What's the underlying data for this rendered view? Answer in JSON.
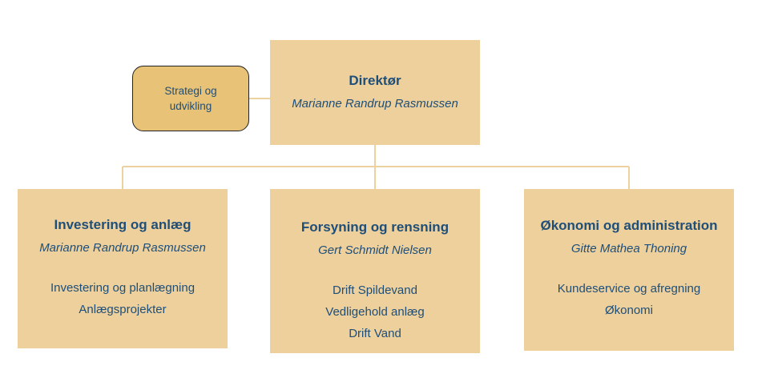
{
  "director": {
    "title": "Direktør",
    "person": "Marianne Randrup Rasmussen"
  },
  "staff": {
    "label": "Strategi og udvikling"
  },
  "departments": [
    {
      "title": "Investering og anlæg",
      "person": "Marianne Randrup Rasmussen",
      "units": [
        "Investering og planlægning",
        "Anlægsprojekter"
      ]
    },
    {
      "title": "Forsyning og rensning",
      "person": "Gert Schmidt Nielsen",
      "units": [
        "Drift Spildevand",
        "Vedligehold anlæg",
        "Drift Vand"
      ]
    },
    {
      "title": "Økonomi og administration",
      "person": "Gitte Mathea Thoning",
      "units": [
        "Kundeservice og afregning",
        "Økonomi"
      ]
    }
  ],
  "colors": {
    "box_fill": "#edd09b",
    "staff_fill": "#e8c276",
    "text": "#1f4e79",
    "connector": "#ecd29f"
  }
}
